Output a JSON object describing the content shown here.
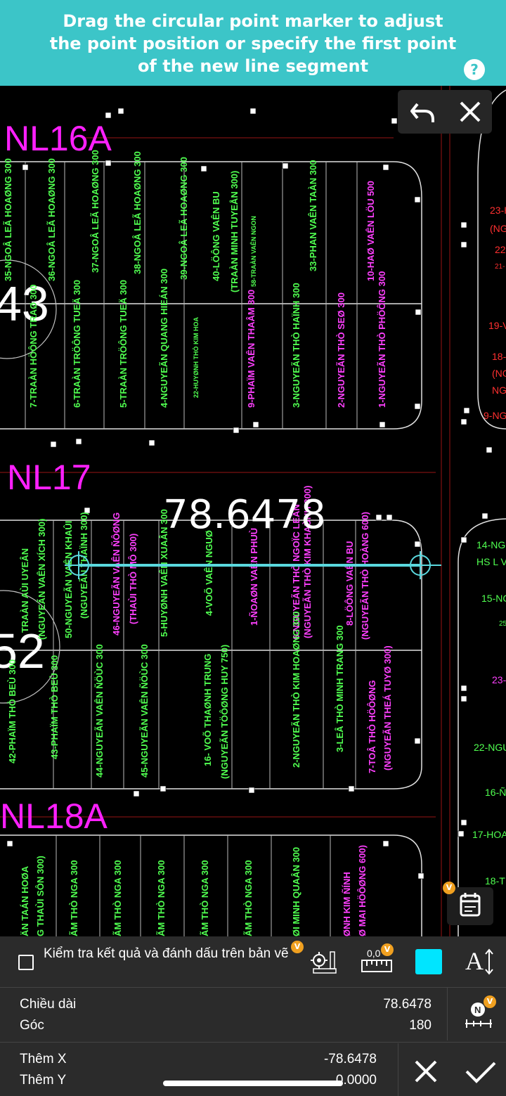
{
  "banner": {
    "line1": "Drag the circular point marker to adjust",
    "line2": "the point position or specify the first point",
    "line3": "of the new line segment",
    "help_glyph": "?"
  },
  "controls": {
    "undo_icon": "undo-icon",
    "close_icon": "close-icon"
  },
  "measurement": {
    "length_label": "78.6478"
  },
  "drawing": {
    "block_labels": [
      "NL16A",
      "NL17",
      "NL18A"
    ],
    "row1_labels": [
      "35-NGOÂ LEÃ HOAØNG 300",
      "36-NGOÂ LEÃ HOAØNG 300",
      "37-NGOÂ LEÃ HOAØNG 300",
      "38-NGOÂ LEÃ HOAØNG 300",
      "39-NGOÂ LEÃ HOAØNG 300",
      "40-LÖÔNG VAÊN BU",
      "(TRAÀN MINH TUYEÅN 300)",
      "58-TRAÀN VAÊN NGON",
      "33-PHAN VAÊN TAÀN 300",
      "10-HAØ VAÊN LÖU 500"
    ],
    "row2_labels": [
      "7-TRAÀN HÖÔNG TRAØ 300",
      "6-TRAÀN TRÖÔNG TUEÄ 300",
      "5-TRAÀN TRÖÔNG TUEÄ 300",
      "4-NGUYEÃN QUANG HIEÁN 300",
      "22-HUYØNH THÒ KIM HOA",
      "9-PHAÏM VAÊN THAÂM 300",
      "3-NGUYEÃN THÒ HAÏNH 300",
      "2-NGUYEÃN THÒ SEØ 300",
      "1-NGUYEÃN THÒ PHÖÔNG 300"
    ],
    "row3_labels": [
      "TRAÀN AÙI UYEÂN",
      "(NGUYEÃN VAÊN XÍCH 300)",
      "50-NGUYEÃN VAÊN KHAÛI",
      "(NGUYEÃN THAÏNH 300)",
      "46-NGUYEÃN VAÊN ÑÔØNG",
      "(THAÙI THÒ MÔ 300)",
      "5-HUYØNH VAÊN XUAÂN 300",
      "4-VOÕ VAÊN NGUØ",
      "1-ÑOAØN VAÊN PHUÙ",
      "6-NGUYEÃN THÒ NGOÏC LEÂN",
      "(NGUYEÃN THÒ KIM KHAÙNH 300)",
      "8-LÖÔNG VAÊN BU",
      "(NGUYEÃN THÒ HOÀNG 600)"
    ],
    "row4_labels": [
      "42-PHAÏM THÒ BEÙ 300",
      "43-PHAÏM THÒ BEÙ 300",
      "44-NGUYEÃN VAÊN ÑÖÙC 300",
      "45-NGUYEÃN VAÊN ÑÖÙC 300",
      "16- VOÕ THAØNH TRUNG",
      "(NGUYEÃN TÖÔØNG HUY 750)",
      "2-NGUYEÃN THÒ KIM HOAØNG 300",
      "3-LEÂ THÒ MINH TRANG 300",
      "7-TOÂ THÒ HÖÔØNG",
      "(NGUYEÃN THEÁ TUYØ 300)"
    ],
    "row5_labels": [
      "ÄN TAÁN HOØA",
      "G THAÙI SÔN 300)",
      "ÃM THÒ NGA 300",
      "ÃM THÒ NGA 300",
      "ÃM THÒ NGA 300",
      "ÃM THÒ NGA 300",
      "ÃM THÒ NGA 300",
      "ØI MINH QUAÂN 300",
      "ØNH KIM ÑÍNH",
      "Ø MAI HÖÔØNG 600)"
    ],
    "right_labels": [
      "23-H",
      "(NG",
      "22",
      "21-",
      "19-V",
      "18-",
      "(NG",
      "NG",
      "9-NG",
      "14-NG",
      "HS L V",
      "15-NC",
      "25",
      "23-",
      "22-NGU",
      "16-Ñ",
      "17-HOA",
      "18-T"
    ],
    "fragments": [
      "43",
      "52"
    ]
  },
  "toolbar": {
    "checkbox_label": "Kiểm tra kết quả và đánh dấu trên bản vẽ",
    "ruler_value": "0,0",
    "badge": "V",
    "text_size_glyph": "A",
    "accent_color": "#00e5ff"
  },
  "info": {
    "length_label": "Chiều dài",
    "length_value": "78.6478",
    "angle_label": "Góc",
    "angle_value": "180",
    "add_x_label": "Thêm X",
    "add_x_value": "-78.6478",
    "add_y_label": "Thêm Y",
    "add_y_value": "0.0000",
    "north_badge": "N"
  }
}
